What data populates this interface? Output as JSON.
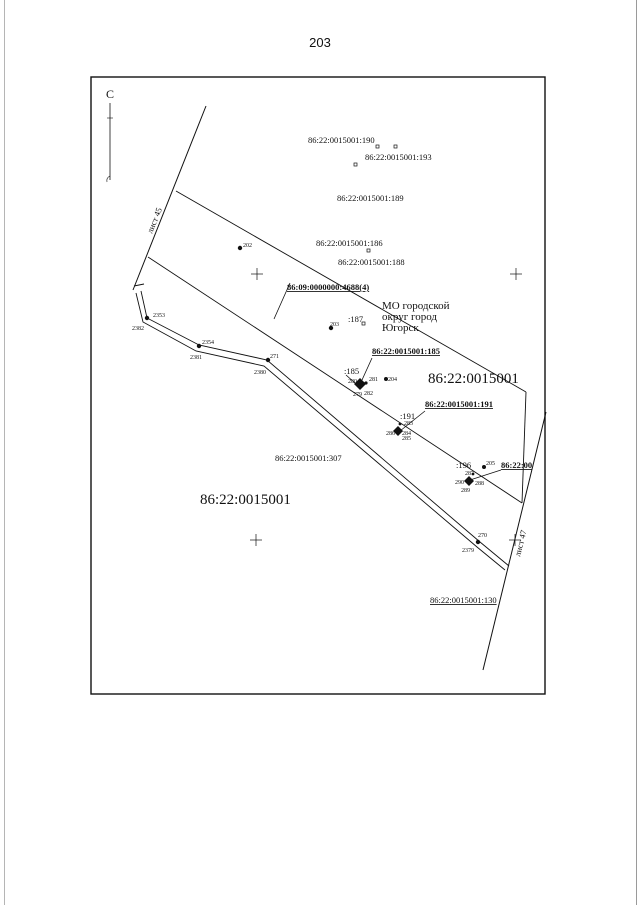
{
  "page_number": "203",
  "north_label": "С",
  "sheet_labels": [
    "лист 45",
    "лист 47"
  ],
  "municipality_label": [
    "МО городской",
    "округ город",
    "Югорск"
  ],
  "quarter_labels": [
    "86:22:0015001",
    "86:22:0015001"
  ],
  "parcel_labels": {
    "p190": "86:22:0015001:190",
    "p193": "86:22:0015001:193",
    "p189": "86:22:0015001:189",
    "p186": "86:22:0015001:186",
    "p188": "86:22:0015001:188",
    "p4688": "86:09:0000000:4688(4)",
    "p185": "86:22:0015001:185",
    "p191": "86:22:0015001:191",
    "p307": "86:22:0015001:307",
    "p130": "86:22:0015001:130",
    "p_cut": "86:22:00"
  },
  "short_parcel_labels": {
    "s187": ":187",
    "s185": ":185",
    "s191": ":191",
    "s196": ":196"
  },
  "point_numbers": {
    "n202": "202",
    "n203": "203",
    "n204": "204",
    "n205": "205",
    "n270": "270",
    "n271": "271",
    "n279": "279",
    "n280": "280",
    "n281": "281",
    "n282": "282",
    "n283": "283",
    "n284": "284",
    "n285": "285",
    "n286": "286",
    "n287": "287",
    "n288": "288",
    "n289": "289",
    "n290": "290",
    "n2353": "2353",
    "n2354": "2354",
    "n2379": "2379",
    "n2380": "2380",
    "n2381": "2381",
    "n2382": "2382"
  }
}
